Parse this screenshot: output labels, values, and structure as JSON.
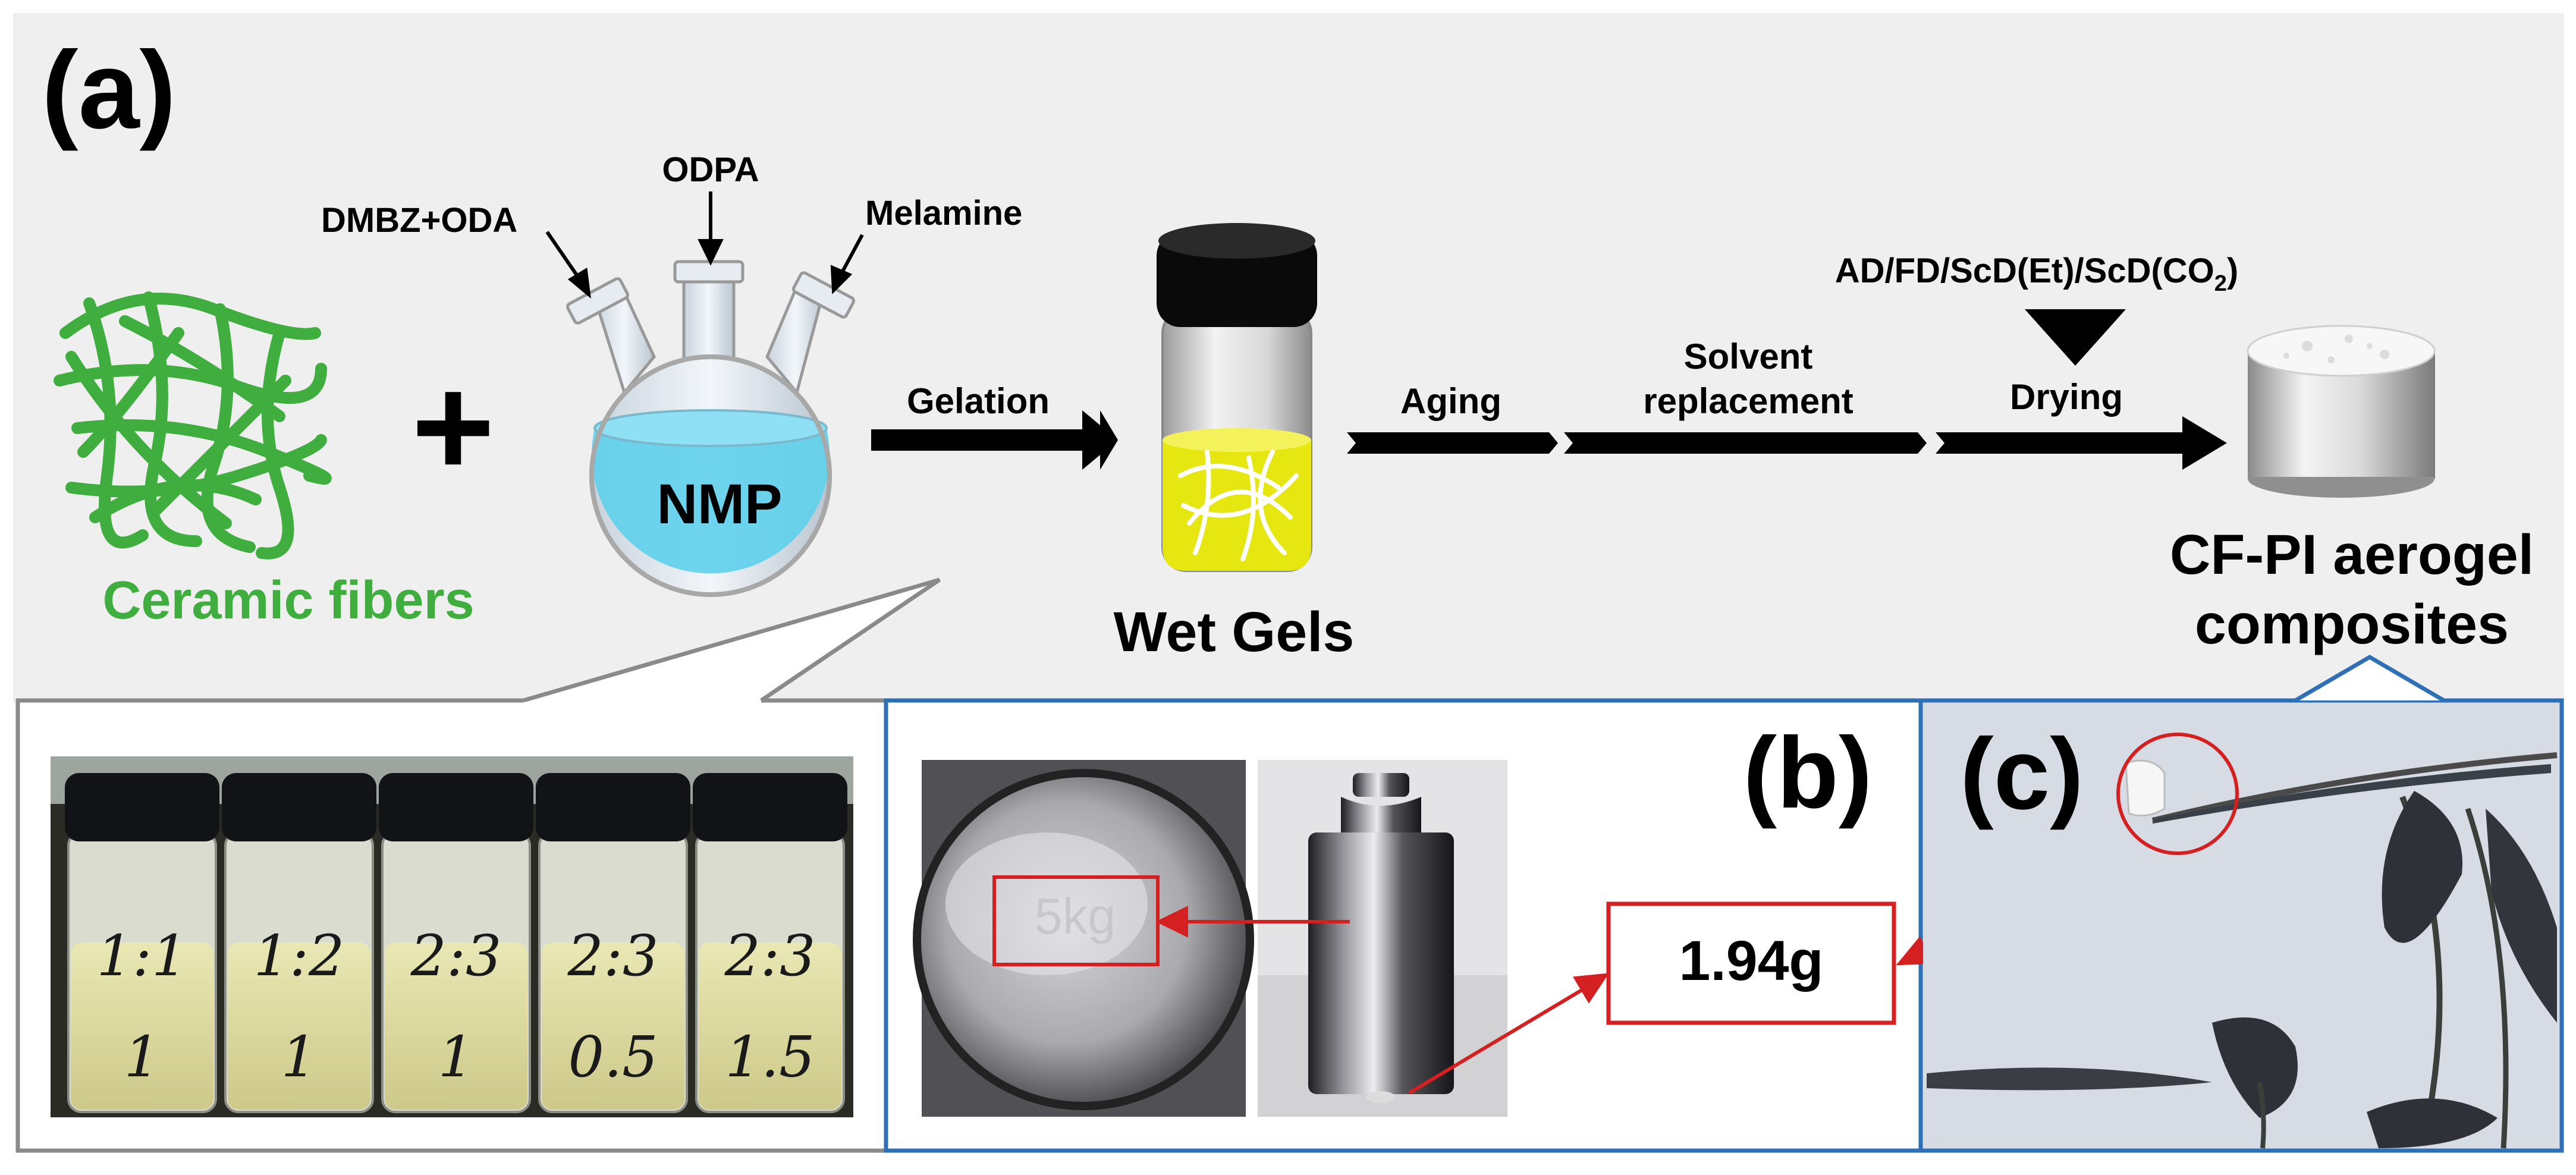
{
  "panel_a": {
    "label": "(a)",
    "fibers_label": "Ceramic fibers",
    "plus": "+",
    "reagent_left": "DMBZ+ODA",
    "reagent_mid": "ODPA",
    "reagent_right": "Melamine",
    "solvent": "NMP",
    "step_gelation": "Gelation",
    "wet_gels_label": "Wet Gels",
    "step_aging": "Aging",
    "step_solvent_1": "Solvent",
    "step_solvent_2": "replacement",
    "drying_methods": "AD/FD/ScD(Et)/ScD(CO",
    "drying_methods_sub": "2",
    "drying_methods_end": ")",
    "step_drying": "Drying",
    "product_line1": "CF-PI aerogel",
    "product_line2": "composites"
  },
  "photo_vials": {
    "vials": [
      {
        "ratio": "1:1",
        "amount": "1"
      },
      {
        "ratio": "1:2",
        "amount": "1"
      },
      {
        "ratio": "2:3",
        "amount": "1"
      },
      {
        "ratio": "2:3",
        "amount": "0.5"
      },
      {
        "ratio": "2:3",
        "amount": "1.5"
      }
    ]
  },
  "panel_b": {
    "label": "(b)",
    "engraving": "5kg",
    "mass_readout": "1.94g"
  },
  "panel_c": {
    "label": "(c)"
  },
  "colors": {
    "background_top": "#efefef",
    "fiber_green": "#3fae3f",
    "solvent_blue": "#5fd0ec",
    "gel_yellow": "#e6e611",
    "highlight_red": "#d42020",
    "frame_blue": "#2f6fb6",
    "frame_gray": "#8a8a8a"
  }
}
